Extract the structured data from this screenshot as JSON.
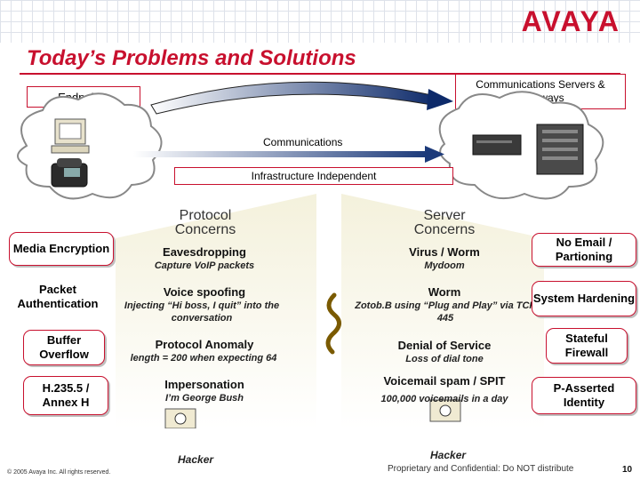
{
  "brand": {
    "logo": "AVAYA",
    "accent": "#c8102e"
  },
  "slide": {
    "title": "Today’s Problems and Solutions",
    "endpoints_label": "Endpoints",
    "servers_label": "Communications Servers & Gateways",
    "communications_label": "Communications",
    "infrastructure_label": "Infrastructure Independent"
  },
  "columns": {
    "protocol_header": "Protocol Concerns",
    "server_header": "Server Concerns"
  },
  "left_labels": [
    "Media Encryption",
    "Packet Authentication",
    "Buffer Overflow",
    "H.235.5 / Annex H"
  ],
  "protocol_concerns": [
    {
      "title": "Eavesdropping",
      "detail": "Capture VoIP packets"
    },
    {
      "title": "Voice spoofing",
      "detail": "Injecting “Hi boss, I quit” into the conversation"
    },
    {
      "title": "Protocol Anomaly",
      "detail": "length = 200 when expecting 64"
    },
    {
      "title": "Impersonation",
      "detail": "I’m George Bush"
    }
  ],
  "server_concerns": [
    {
      "title": "Virus / Worm",
      "detail": "Mydoom"
    },
    {
      "title": "Worm",
      "detail": "Zotob.B using “Plug and Play” via TCP 445"
    },
    {
      "title": "Denial of Service",
      "detail": "Loss of dial tone"
    },
    {
      "title": "Voicemail spam / SPIT",
      "detail": "100,000 voicemails in a day"
    }
  ],
  "right_labels": [
    "No Email / Partioning",
    "System Hardening",
    "Stateful Firewall",
    "P-Asserted Identity"
  ],
  "hackers": {
    "left": "Hacker",
    "right": "Hacker"
  },
  "footer": {
    "copyright": "© 2005 Avaya Inc. All rights reserved.",
    "confidential": "Proprietary and Confidential: Do NOT distribute",
    "page_number": "10"
  },
  "icons": [
    "computer-icon",
    "phone-icon",
    "server-icon",
    "hacker-icon",
    "worm-icon"
  ]
}
